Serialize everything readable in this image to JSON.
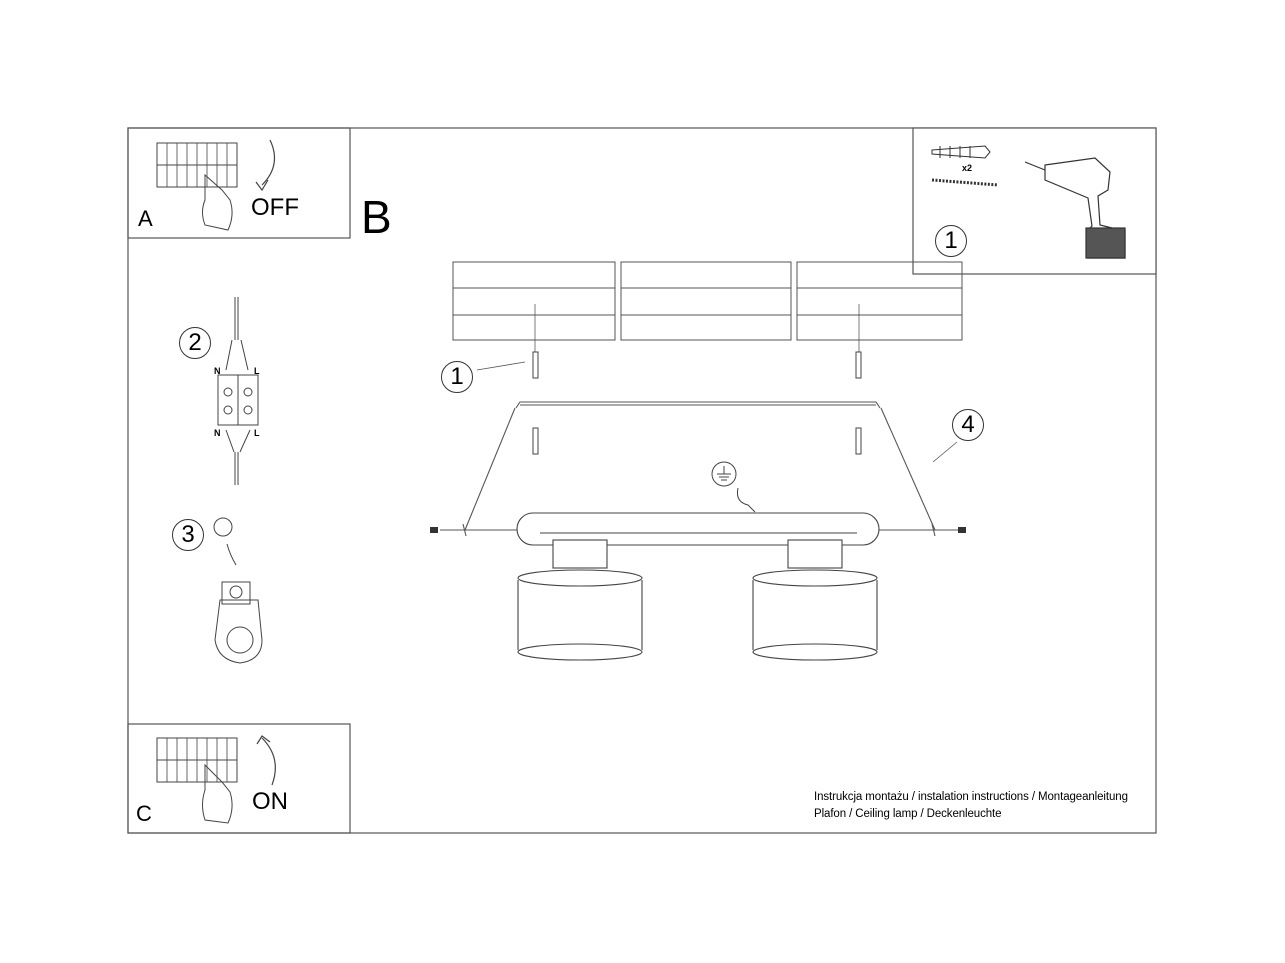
{
  "panel_a": {
    "letter": "A",
    "switch_label": "OFF"
  },
  "panel_b": {
    "letter": "B"
  },
  "panel_c": {
    "letter": "C",
    "switch_label": "ON"
  },
  "tools": {
    "step": "1",
    "quantity": "x2"
  },
  "steps": {
    "one": "1",
    "two": "2",
    "three": "3",
    "four": "4"
  },
  "terminal": {
    "n": "N",
    "l": "L"
  },
  "footer": {
    "line1": "Instrukcja montażu / instalation instructions / Montageanleitung",
    "line2": "Plafon / Ceiling lamp / Deckenleuchte"
  }
}
